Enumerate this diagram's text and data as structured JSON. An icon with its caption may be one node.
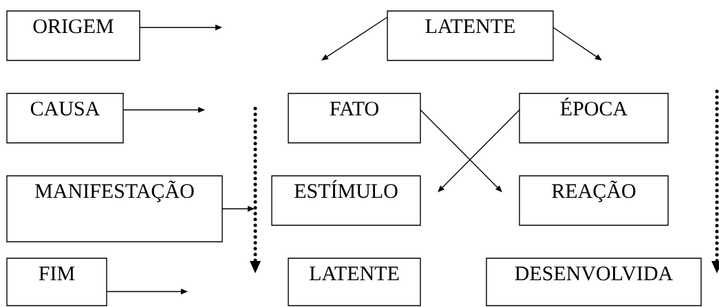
{
  "diagram": {
    "nodes": [
      {
        "text": [
          "ORIGEM"
        ]
      },
      {
        "text": [
          "LATENTE"
        ]
      },
      {
        "text": [
          "CAUSA"
        ]
      },
      {
        "text": [
          "FATO"
        ]
      },
      {
        "text": [
          "ÉPOCA"
        ]
      },
      {
        "text": [
          "MANIFESTAÇÃO"
        ]
      },
      {
        "text": [
          "ESTÍMULO"
        ]
      },
      {
        "text": [
          "REAÇÃO"
        ]
      },
      {
        "text": [
          "FIM"
        ]
      },
      {
        "text": [
          "LATENTE"
        ]
      },
      {
        "text": [
          "DESENVOLVIDA"
        ]
      }
    ],
    "edges": [
      {
        "from": 0,
        "to": null,
        "arrow": "to"
      },
      {
        "from": 1,
        "to": 3,
        "arrow": "to"
      },
      {
        "from": 1,
        "to": 4,
        "arrow": "to"
      },
      {
        "from": 2,
        "to": null,
        "arrow": "to"
      },
      {
        "from": 3,
        "to": 7,
        "arrow": "to"
      },
      {
        "from": 4,
        "to": 6,
        "arrow": "to"
      },
      {
        "from": 5,
        "to": 6,
        "arrow": "to"
      },
      {
        "from": 8,
        "to": null,
        "arrow": "to"
      }
    ]
  }
}
